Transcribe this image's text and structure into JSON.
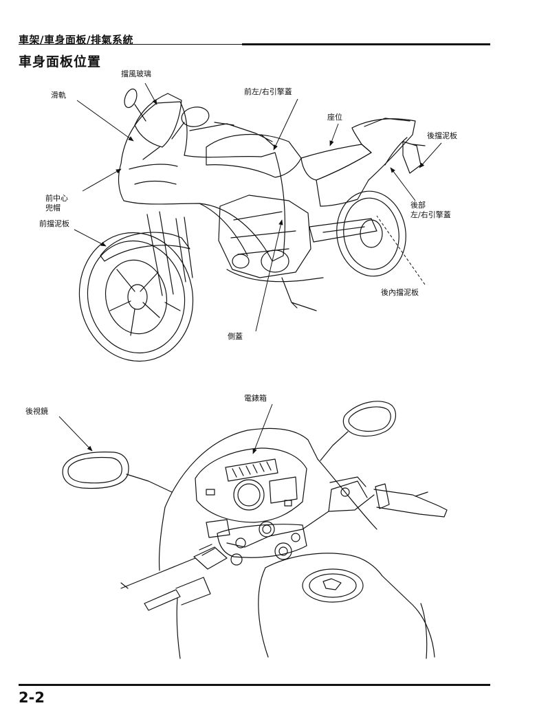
{
  "header": {
    "chapter": "車架/車身面板/排氣系統",
    "section_title": "車身面板位置",
    "page_number": "2-2"
  },
  "figure_top": {
    "labels": {
      "windscreen": "擋風玻璃",
      "rail": "滑軌",
      "front_side_cover": "前左/右引擎蓋",
      "seat": "座位",
      "rear_fender": "後擋泥板",
      "front_center_cowl_line1": "前中心",
      "front_center_cowl_line2": "兜帽",
      "front_fender": "前擋泥板",
      "rear_cowl_line1": "後部",
      "rear_cowl_line2": "左/右引擎蓋",
      "inner_rear_fender": "後內擋泥板",
      "side_cover": "側蓋"
    }
  },
  "figure_bottom": {
    "labels": {
      "mirror": "後視鏡",
      "meter_box": "電錶箱"
    }
  }
}
